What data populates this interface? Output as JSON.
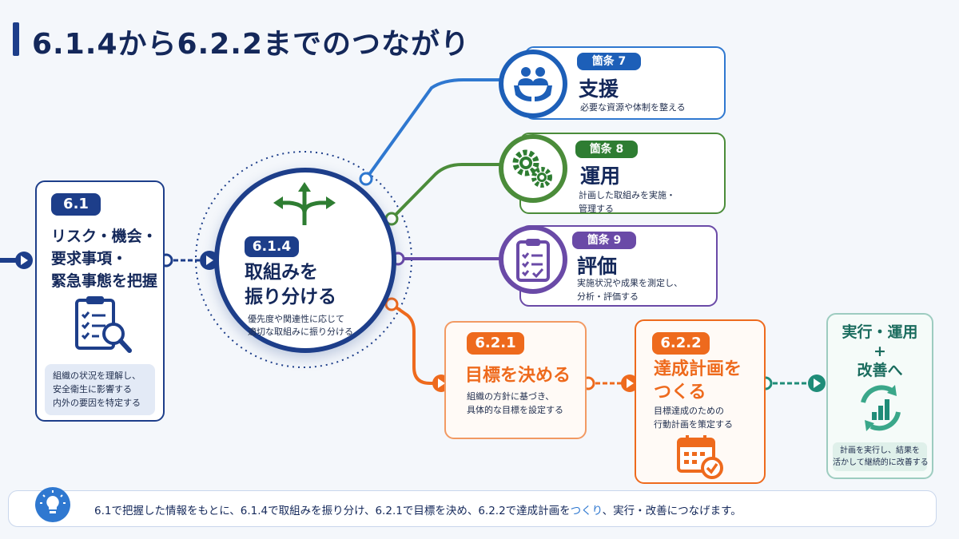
{
  "page": {
    "title": "6.1.4から6.2.2までのつながり"
  },
  "colors": {
    "navy": "#1d3e8a",
    "blue": "#2f78d0",
    "green": "#4b8c3a",
    "purple": "#6a4aa7",
    "orange": "#ee6a1d",
    "teal": "#1f8c78"
  },
  "left_box": {
    "badge": "6.1",
    "title_lines": [
      "リスク・機会・",
      "要求事項・",
      "緊急事態を把握"
    ],
    "icon": "clipboard-search-icon",
    "desc_lines": [
      "組織の状況を理解し、",
      "安全衛生に影響する",
      "内外の要因を特定する"
    ]
  },
  "center": {
    "badge": "6.1.4",
    "title_lines": [
      "取組みを",
      "振り分ける"
    ],
    "icon": "branching-arrows-icon",
    "desc_lines": [
      "優先度や関連性に応じて",
      "適切な取組みに振り分ける"
    ]
  },
  "branches": [
    {
      "badge": "箇条 7",
      "title": "支援",
      "icon": "people-hands-icon",
      "desc_lines": [
        "必要な資源や体制を整える"
      ]
    },
    {
      "badge": "箇条 8",
      "title": "運用",
      "icon": "gears-icon",
      "desc_lines": [
        "計画した取組みを実施・",
        "管理する"
      ]
    },
    {
      "badge": "箇条 9",
      "title": "評価",
      "icon": "clipboard-check-icon",
      "desc_lines": [
        "実施状況や成果を測定し、",
        "分析・評価する"
      ]
    }
  ],
  "goal_box": {
    "badge": "6.2.1",
    "title": "目標を決める",
    "desc_lines": [
      "組織の方針に基づき、",
      "具体的な目標を設定する"
    ]
  },
  "plan_box": {
    "badge": "6.2.2",
    "title_lines": [
      "達成計画を",
      "つくる"
    ],
    "desc_lines": [
      "目標達成のための",
      "行動計画を策定する"
    ],
    "icon": "calendar-check-icon"
  },
  "execute_box": {
    "title_lines": [
      "実行・運用",
      "+",
      "改善へ"
    ],
    "icon": "cycle-chart-icon",
    "desc_lines": [
      "計画を実行し、結果を",
      "活かして継続的に改善する"
    ]
  },
  "footer": {
    "icon": "lightbulb-icon",
    "text_parts": [
      "6.1で把握した情報をもとに、6.1.4で取組みを振り分け、6.2.1で目標を決め、6.2.2で達成計画を",
      "つくり",
      "、実行・改善につなげます。"
    ]
  }
}
